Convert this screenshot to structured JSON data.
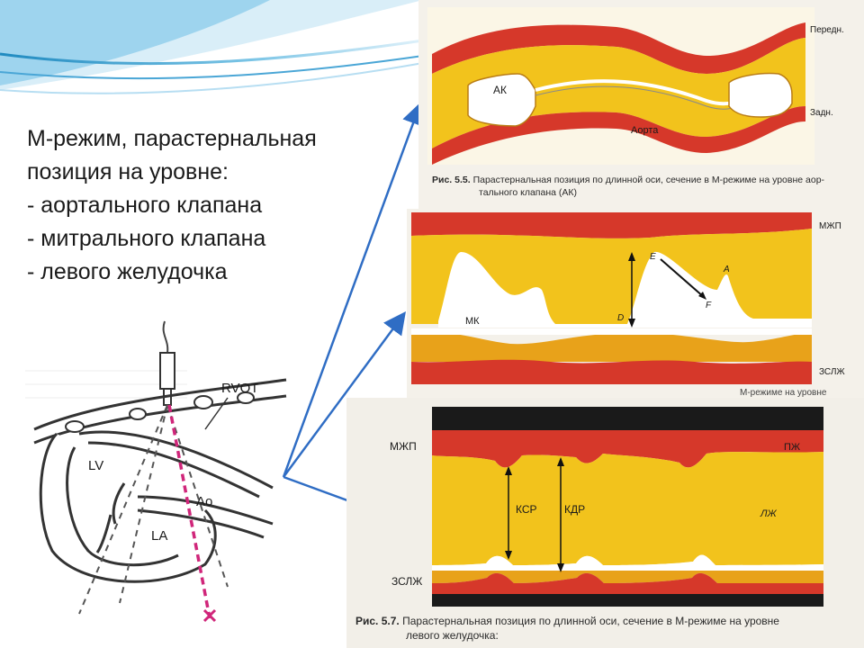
{
  "slide": {
    "title_lines": [
      "М-режим, парастернальная",
      "позиция на уровне:",
      "- аортального клапана",
      "- митрального клапана",
      "- левого желудочка"
    ]
  },
  "fig55": {
    "label_ak": "АК",
    "label_aorta": "Аорта",
    "label_front": "Передн.",
    "label_back": "Задн.",
    "caption_num": "Рис. 5.5.",
    "caption_line1": "Парастернальная позиция по длинной оси, сечение в М-режиме на уровне аор-",
    "caption_line2": "тального клапана (АК)"
  },
  "fig56": {
    "label_mzhp": "МЖП",
    "label_mk": "МК",
    "label_zslzh": "ЗСЛЖ",
    "label_d": "D",
    "label_e": "E",
    "label_f": "F",
    "label_a": "A",
    "caption_fragment": "М-режиме на уровне"
  },
  "fig57": {
    "label_mzhp": "МЖП",
    "label_pzh": "ПЖ",
    "label_ksr": "КСР",
    "label_kdr": "КДР",
    "label_lzh": "ЛЖ",
    "label_zslzh": "ЗСЛЖ",
    "caption_num": "Рис. 5.7.",
    "caption_line1": "Парастернальная позиция по длинной оси, сечение в М-режиме на уровне",
    "caption_line2": "левого желудочка:"
  },
  "heart": {
    "label_rvot": "RVOT",
    "label_lv": "LV",
    "label_la": "LA",
    "label_ao": "Ao"
  },
  "colors": {
    "arrow": "#2f6dc4",
    "tissue_red": "#d6382a",
    "tissue_orange": "#e8a21a",
    "tissue_yellow": "#f2c31c",
    "scan_line": "#d0267a"
  }
}
